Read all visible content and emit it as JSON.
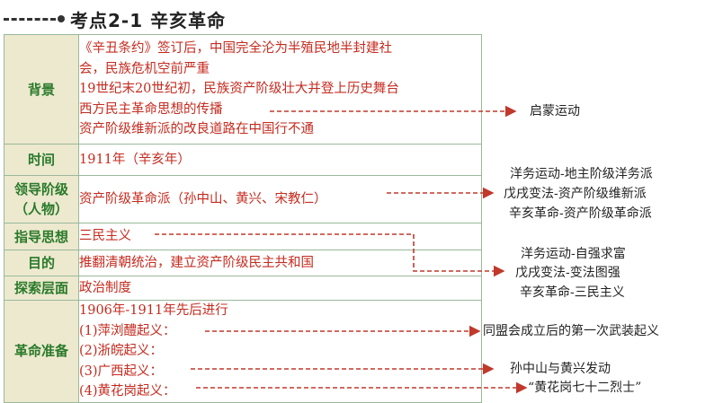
{
  "header": {
    "title": "考点2-1  辛亥革命"
  },
  "rows": {
    "background": {
      "label": "背景",
      "lines": [
        "《辛丑条约》签订后，中国完全沦为半殖民地半封建社",
        "会，民族危机空前严重",
        "19世纪末20世纪初，民族资产阶级壮大并登上历史舞台",
        "西方民主革命思想的传播",
        "资产阶级维新派的改良道路在中国行不通"
      ]
    },
    "time": {
      "label": "时间",
      "value": "1911年（辛亥年）"
    },
    "leader": {
      "label_1": "领导阶级",
      "label_2": "（人物）",
      "value": "资产阶级革命派（孙中山、黄兴、宋教仁）"
    },
    "ideology": {
      "label": "指导思想",
      "value": "三民主义"
    },
    "goal": {
      "label": "目的",
      "value": "推翻清朝统治，建立资产阶级民主共和国"
    },
    "level": {
      "label": "探索层面",
      "value": "政治制度"
    },
    "preparation": {
      "label": "革命准备",
      "lines": [
        "1906年-1911年先后进行",
        "(1)萍浏醴起义：",
        "(2)浙皖起义：",
        "(3)广西起义：",
        "(4)黄花岗起义："
      ]
    }
  },
  "notes": {
    "enlightenment": "启蒙运动",
    "classes": [
      "洋务运动-地主阶级洋务派",
      "戊戌变法-资产阶级维新派",
      "辛亥革命-资产阶级革命派"
    ],
    "ideas": [
      "洋务运动-自强求富",
      "戊戌变法-变法图强",
      "辛亥革命-三民主义"
    ],
    "first_uprising": "同盟会成立后的第一次武装起义",
    "guangxi": "孙中山与黄兴发动",
    "huanghuagang": "“黄花岗七十二烈士”"
  },
  "colors": {
    "label_bg": "#ece9cf",
    "label_text": "#2a7a2a",
    "red_text": "#c42b1f",
    "arrow": "#c0392b",
    "border": "#9ab89a"
  }
}
